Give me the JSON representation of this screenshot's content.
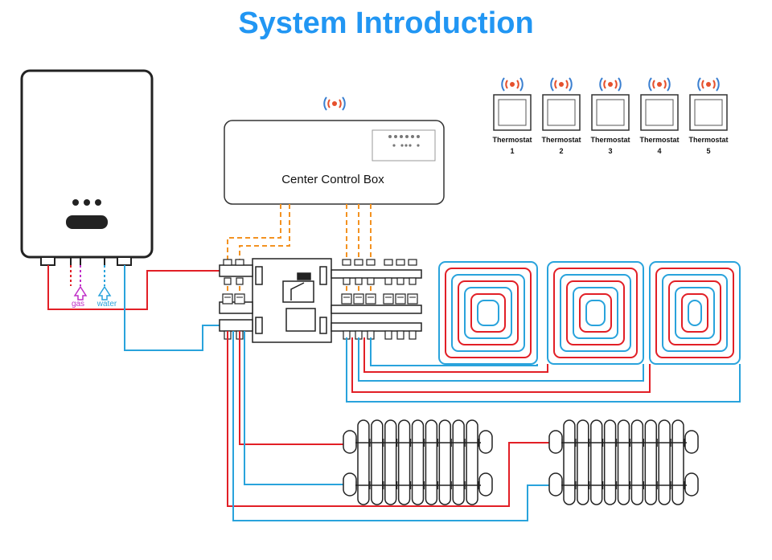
{
  "title": "System Introduction",
  "control_box": {
    "label": "Center Control Box"
  },
  "thermostats": [
    {
      "name": "Thermostat",
      "number": "1"
    },
    {
      "name": "Thermostat",
      "number": "2"
    },
    {
      "name": "Thermostat",
      "number": "3"
    },
    {
      "name": "Thermostat",
      "number": "4"
    },
    {
      "name": "Thermostat",
      "number": "5"
    }
  ],
  "inlets": {
    "gas_label": "gas",
    "water_label": "water"
  },
  "colors": {
    "title": "#2196f3",
    "hot_pipe": "#e21f26",
    "cold_pipe": "#29a3dc",
    "control_wire": "#f39221",
    "gas": "#c02fc8",
    "wifi_inner": "#e6502c",
    "wifi_outer": "#3a7fd0"
  },
  "icons": [
    "wifi-signal-icon",
    "boiler-icon",
    "manifold-icon",
    "radiator-icon",
    "underfloor-loop-icon",
    "thermostat-icon"
  ]
}
